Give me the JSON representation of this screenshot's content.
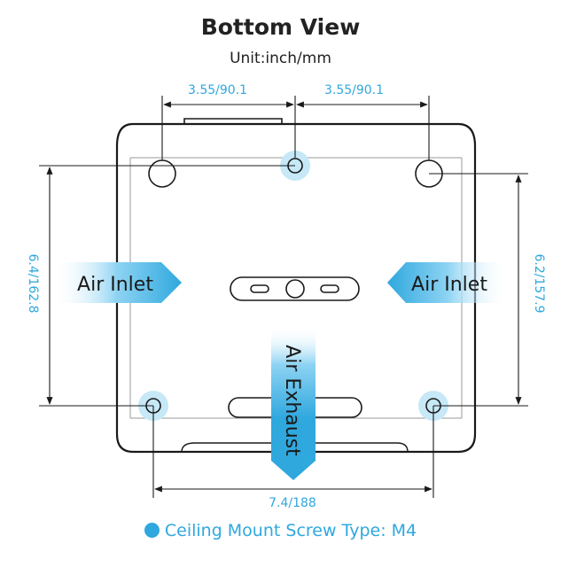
{
  "title": "Bottom View",
  "unit": "Unit:inch/mm",
  "dimensions": {
    "top_left": "3.55/90.1",
    "top_right": "3.55/90.1",
    "left": "6.4/162.8",
    "right": "6.2/157.9",
    "bottom": "7.4/188"
  },
  "labels": {
    "inlet_left": "Air Inlet",
    "inlet_right": "Air Inlet",
    "exhaust": "Air Exhaust"
  },
  "legend": "Ceiling Mount Screw Type: M4",
  "colors": {
    "accent": "#2fa8de",
    "outline": "#1a1a1a"
  }
}
